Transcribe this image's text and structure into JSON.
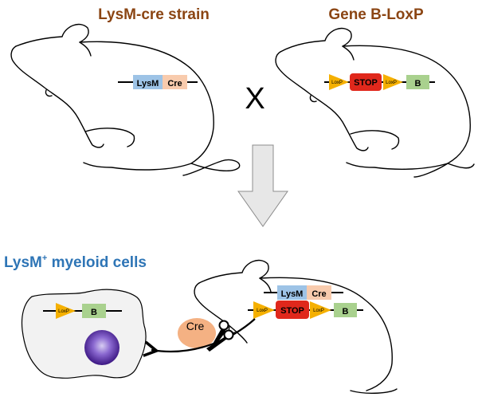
{
  "titles": {
    "left": "LysM-cre strain",
    "right": "Gene B-LoxP",
    "cells_main": "LysM",
    "cells_sup": "+",
    "cells_rest": " myeloid cells"
  },
  "cross_symbol": "X",
  "genes": {
    "lysm": "LysM",
    "cre": "Cre",
    "loxp": "LoxP",
    "stop": "STOP",
    "b": "B"
  },
  "enzyme_label": "Cre",
  "colors": {
    "title_brown": "#8B4513",
    "title_blue": "#2E75B6",
    "lysm_box": "#9DC3E6",
    "cre_box": "#F8CBAD",
    "loxp_triangle": "#F5B000",
    "stop_box": "#E0281C",
    "b_box": "#A9D18E",
    "cell_fill": "#F2F2F2",
    "nucleus": "#5A2A9C",
    "arrow_fill": "#E7E7E7",
    "enzyme_blob": "#F4B183"
  }
}
